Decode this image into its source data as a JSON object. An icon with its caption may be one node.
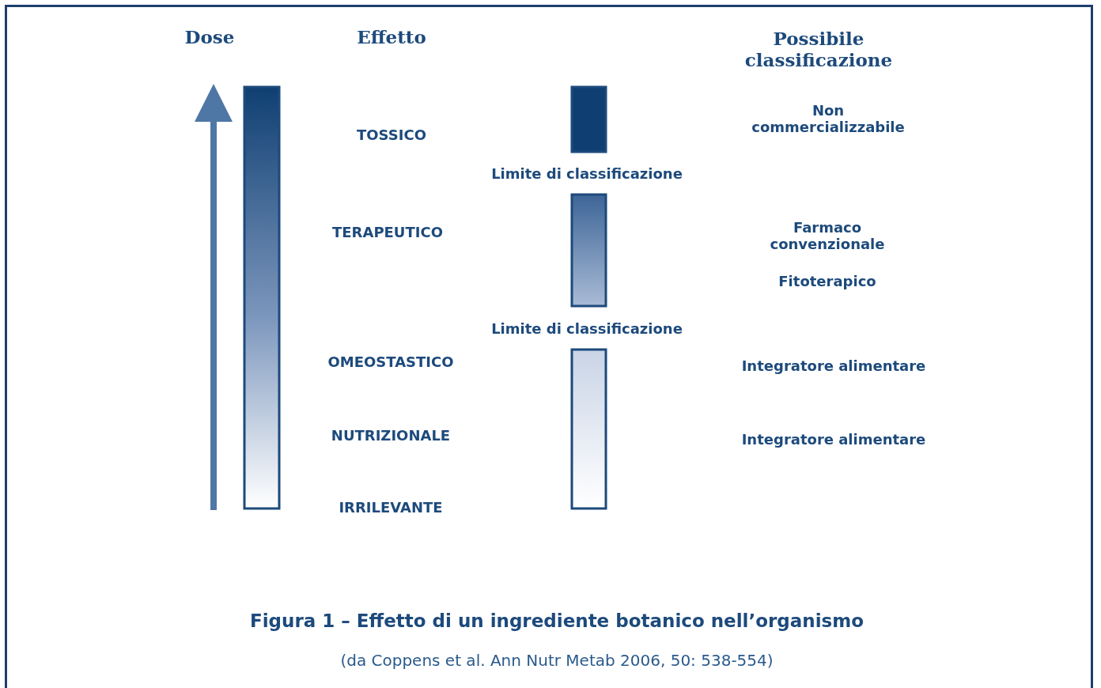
{
  "diagram": {
    "caption": "Figura 1 – Effetto di un ingrediente botanico nell’organismo",
    "nodes": [
      {
        "text": [],
        "shape": "bar"
      },
      {
        "text": [],
        "shape": "bar"
      },
      {
        "text": [],
        "shape": "bar"
      },
      {
        "text": [],
        "shape": "bar"
      }
    ],
    "labels": [
      "Dose",
      "Effetto",
      "Possibile classificazione",
      "Non commercializzabile",
      "TOSSICO",
      "Limite di classificazione",
      "TERAPEUTICO",
      "Farmaco convenzionale",
      "Fitoterapico",
      "Limite di classificazione",
      "OMEOSTASTICO",
      "Integratore alimentare",
      "NUTRIZIONALE",
      "Integratore alimentare",
      "IRRILEVANTE",
      "(da Coppens et al. Ann Nutr Metab 2006, 50: 538-554)"
    ]
  }
}
